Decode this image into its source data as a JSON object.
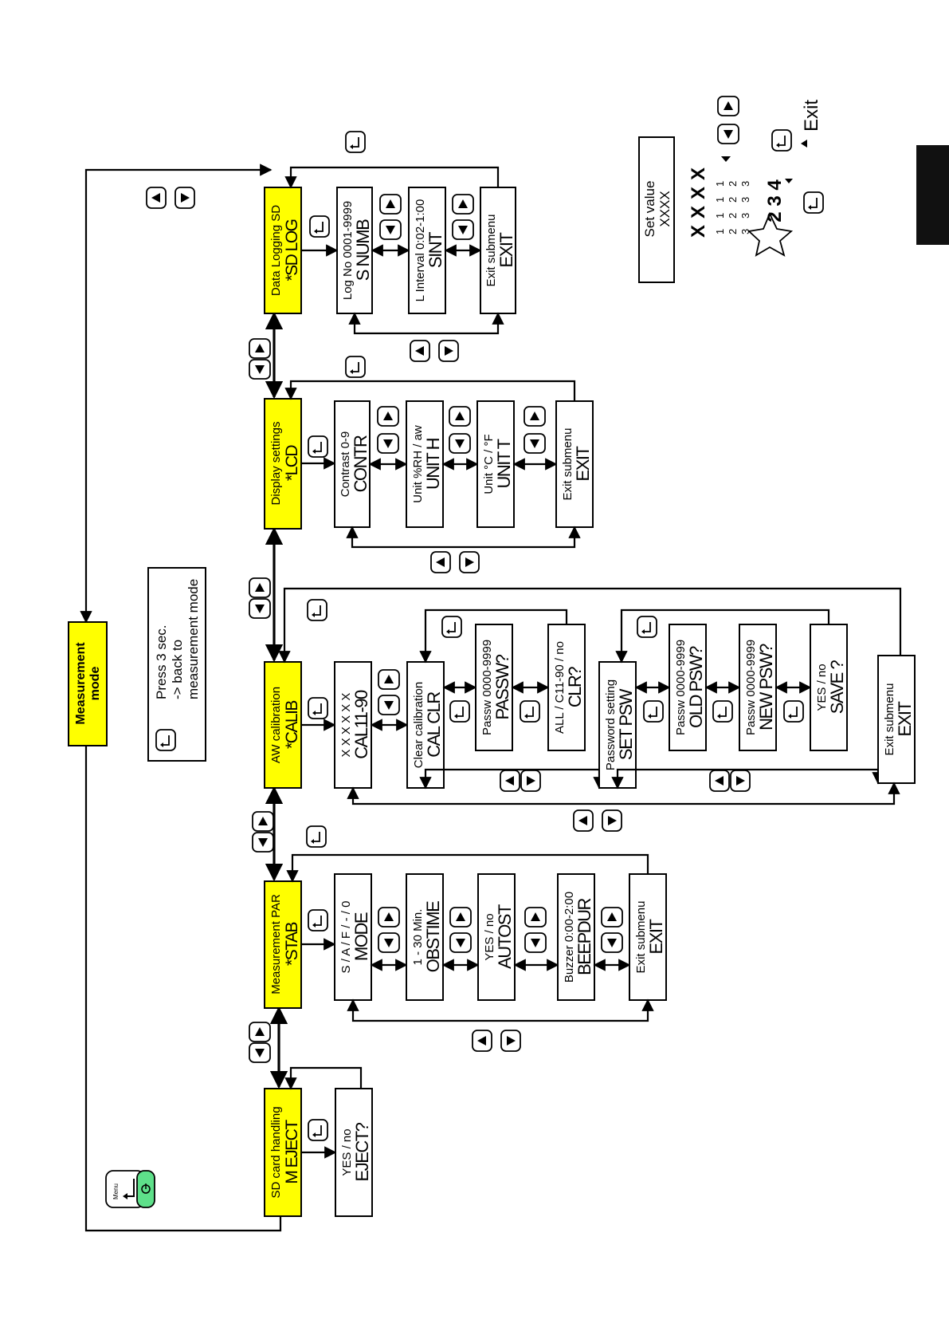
{
  "measurement_mode": {
    "line1": "Measurement",
    "line2": "mode"
  },
  "press_note": {
    "line1": "Press 3 sec.",
    "line2": "-> back to",
    "line3": "measurement mode"
  },
  "menu_key_label": "Menu",
  "menus": [
    {
      "id": "sd_log",
      "small": "Data Logging SD",
      "big": "*SD LOG",
      "items": [
        {
          "small": "Log No 0001-9999",
          "big": "S NUMB"
        },
        {
          "small": "L Interval 0:02-1:00",
          "big": "SINT"
        },
        {
          "small": "Exit submenu",
          "big": "EXIT"
        }
      ]
    },
    {
      "id": "lcd",
      "small": "Display settings",
      "big": "*LCD",
      "items": [
        {
          "small": "Contrast 0-9",
          "big": "CONTR"
        },
        {
          "small": "Unit  %RH / aw",
          "big": "UNIT H"
        },
        {
          "small": "Unit  °C / °F",
          "big": "UNIT T"
        },
        {
          "small": "Exit submenu",
          "big": "EXIT"
        }
      ]
    },
    {
      "id": "calib",
      "small": "AW calibration",
      "big": "*CALIB",
      "items": [
        {
          "small": "X X X X X X",
          "big": "CAL11-90"
        },
        {
          "small": "Clear calibration",
          "big": "CAL CLR"
        },
        {
          "small": "Password setting",
          "big": "SET PSW"
        },
        {
          "small": "Exit submenu",
          "big": "EXIT"
        }
      ],
      "clr_sub": [
        {
          "small": "Passw 0000-9999",
          "big": "PASSW?"
        },
        {
          "small": "ALL / C11-90 / no",
          "big": "CLR?"
        }
      ],
      "psw_sub": [
        {
          "small": "Passw 0000-9999",
          "big": "OLD PSW?"
        },
        {
          "small": "Passw 0000-9999",
          "big": "NEW PSW?"
        },
        {
          "small": "YES / no",
          "big": "SAVE ?"
        }
      ]
    },
    {
      "id": "stab",
      "small": "Measurement PAR",
      "big": "*STAB",
      "items": [
        {
          "small": "S / A / F / - / 0",
          "big": "MODE"
        },
        {
          "small": "1 - 30 Min.",
          "big": "OBSTIME"
        },
        {
          "small": "YES / no",
          "big": "AUTOST"
        },
        {
          "small": "Buzzer 0:00-2:00",
          "big": "BEEPDUR"
        },
        {
          "small": "Exit submenu",
          "big": "EXIT"
        }
      ]
    },
    {
      "id": "eject",
      "small": "SD card handling",
      "big": "M EJECT",
      "items": [
        {
          "small": "YES / no",
          "big": "EJECT?"
        }
      ]
    }
  ],
  "legend": {
    "set_value_label": "Set value",
    "set_value_code": "XXXX",
    "digits": [
      "X",
      "X",
      "X",
      "X"
    ],
    "grid_rows": [
      [
        "1",
        "1",
        "1",
        "1"
      ],
      [
        "2",
        "2",
        "2",
        "2"
      ],
      [
        "3",
        "3",
        "3",
        "3"
      ]
    ],
    "star_digits": "2 3 4",
    "exit_label": "Exit"
  },
  "colors": {
    "highlight": "#ffff00",
    "power_key": "#5ee08a",
    "tab": "#111111"
  },
  "icons": [
    "enter-key-icon",
    "up-arrow-key-icon",
    "down-arrow-key-icon",
    "star-icon",
    "menu-key-icon",
    "power-key-icon"
  ]
}
